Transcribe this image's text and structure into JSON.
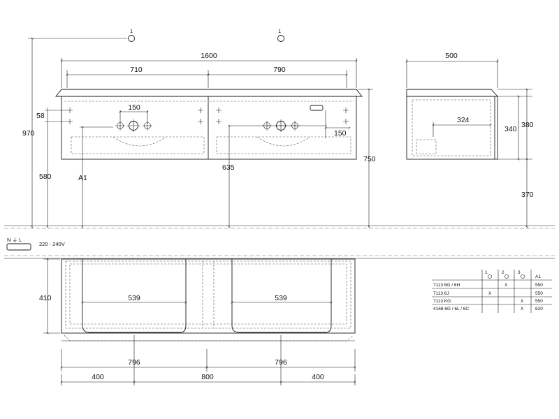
{
  "markers": {
    "front_left": "1",
    "front_right": "1"
  },
  "front": {
    "total_width": "1600",
    "left_width": "710",
    "right_width": "790",
    "tap_spacing": "150",
    "right_tap_offset": "150",
    "top_offset": "58",
    "floor_total": "970",
    "outlet_height": "580",
    "outlet_label": "A1",
    "waste_height": "635",
    "cabinet_height": "750"
  },
  "side": {
    "depth": "500",
    "inner_depth": "324",
    "drawer_height": "340",
    "total_height": "380",
    "floor_gap": "370"
  },
  "electrical": {
    "symbols": "N ⏚ L",
    "voltage": "220 - 240V"
  },
  "plan": {
    "depth": "410",
    "left_basin": "539",
    "right_basin": "539",
    "left_half": "796",
    "right_half": "796",
    "outer_left": "400",
    "center": "800",
    "outer_right": "400"
  },
  "table": {
    "headers": [
      "1",
      "2",
      "3",
      "A1"
    ],
    "rows": [
      {
        "code": "7113 6G / 6H",
        "c1": "",
        "c2": "X",
        "c3": "",
        "a1": "550"
      },
      {
        "code": "7113 6J",
        "c1": "X",
        "c2": "",
        "c3": "",
        "a1": "550"
      },
      {
        "code": "7113 KG",
        "c1": "",
        "c2": "",
        "c3": "X",
        "a1": "550"
      },
      {
        "code": "4168 6G / 6L / 6C",
        "c1": "",
        "c2": "",
        "c3": "X",
        "a1": "620"
      }
    ]
  }
}
